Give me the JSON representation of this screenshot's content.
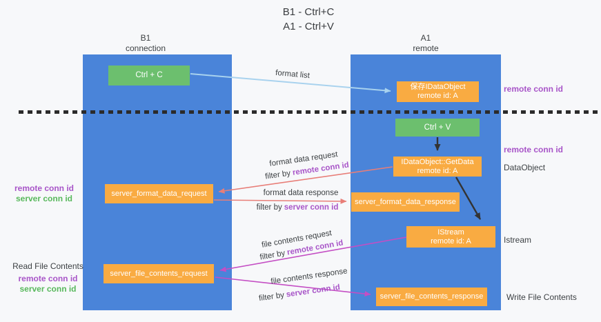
{
  "title": {
    "line1": "B1 - Ctrl+C",
    "line2": "A1 - Ctrl+V"
  },
  "lanes": {
    "left": {
      "name": "B1",
      "role": "connection"
    },
    "right": {
      "name": "A1",
      "role": "remote"
    }
  },
  "boxes": {
    "ctrl_c": {
      "label": "Ctrl + C"
    },
    "save_idataobject": {
      "line1": "保存IDataObject",
      "line2": "remote id: A"
    },
    "ctrl_v": {
      "label": "Ctrl + V"
    },
    "getdata": {
      "line1": "IDataObject::GetData",
      "line2": "remote id: A"
    },
    "server_format_data_request": {
      "label": "server_format_data_request"
    },
    "server_format_data_response": {
      "label": "server_format_data_response"
    },
    "istream": {
      "line1": "IStream",
      "line2": "remote id: A"
    },
    "server_file_contents_request": {
      "label": "server_file_contents_request"
    },
    "server_file_contents_response": {
      "label": "server_file_contents_response"
    }
  },
  "side_labels": {
    "remote_conn_id_top": "remote conn id",
    "remote_conn_id_mid": "remote conn id",
    "dataobject": "DataObject",
    "istream": "Istream",
    "write_file_contents": "Write File Contents",
    "read_file_contents": "Read File Contents",
    "left_top_remote": "remote conn id",
    "left_top_server": "server conn id",
    "left_bottom_remote": "remote conn id",
    "left_bottom_server": "server conn id"
  },
  "flow_labels": {
    "format_list": "format list",
    "format_data_request": "format data request",
    "format_data_response": "format data response",
    "file_contents_request": "file contents request",
    "file_contents_response": "file contents response",
    "filter_by": "filter by",
    "remote_conn_id": "remote conn id",
    "server_conn_id": "server conn id"
  },
  "colors": {
    "background": "#f7f8fa",
    "lane_blue": "#4a84d9",
    "box_orange": "#f9ab42",
    "box_green": "#6cbf6e",
    "arrow_light_blue": "#a8d2ee",
    "arrow_red": "#e87e78",
    "arrow_magenta": "#c44ec4",
    "arrow_black": "#333333",
    "text_purple": "#a855c8",
    "text_green": "#58b85c",
    "text_dark": "#3c4043"
  }
}
